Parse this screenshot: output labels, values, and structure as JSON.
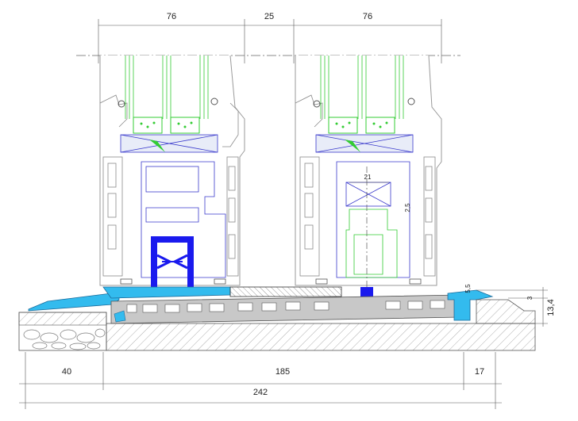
{
  "dimensions": {
    "top_left": "76",
    "top_mid": "25",
    "top_right": "76",
    "inner_width": "21",
    "inner_gap": "2,5",
    "right_small": "5,5",
    "right_height": "13,4",
    "right_top": "3",
    "bottom_left": "40",
    "bottom_mid": "185",
    "bottom_right": "17",
    "bottom_total": "242"
  },
  "colors": {
    "glass": "#33cc33",
    "seal_blue": "#1a1aee",
    "threshold_cyan": "#33bbee",
    "threshold_gray": "#c8c8c8",
    "frame_blue": "#3a3acc",
    "screed": "#9a9a9a"
  }
}
